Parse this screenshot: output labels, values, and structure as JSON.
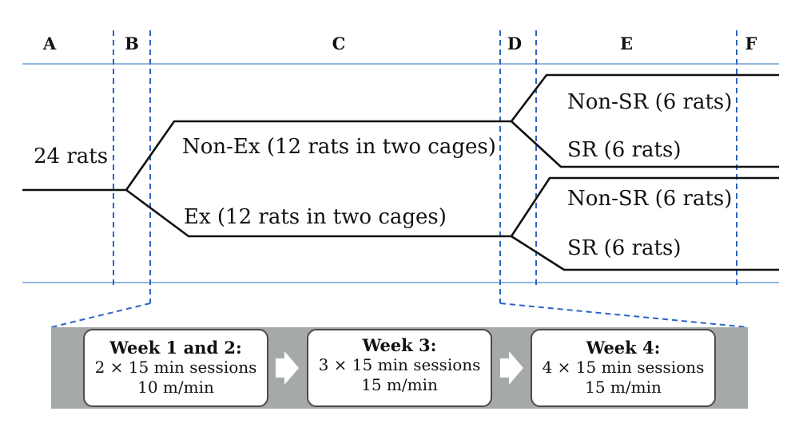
{
  "phases": [
    "A",
    "B",
    "C",
    "D",
    "E",
    "F"
  ],
  "start_label": "24 rats",
  "groups": {
    "non_ex": "Non-Ex (12 rats in two cages)",
    "ex": "Ex (12 rats in two cages)"
  },
  "subgroups": {
    "non_ex_non_sr": "Non-SR (6 rats)",
    "non_ex_sr": "SR (6 rats)",
    "ex_non_sr": "Non-SR (6 rats)",
    "ex_sr": "SR (6 rats)"
  },
  "schedule": [
    {
      "title": "Week 1 and 2:",
      "sessions": "2 × 15 min sessions",
      "speed": "10 m/min"
    },
    {
      "title": "Week 3:",
      "sessions": "3 × 15 min sessions",
      "speed": "15 m/min"
    },
    {
      "title": "Week 4:",
      "sessions": "4 × 15 min sessions",
      "speed": "15 m/min"
    }
  ],
  "colors": {
    "guide_line": "#6e9fd6",
    "divider": "#2a64c4",
    "band": "#a6aaa6",
    "line": "#111111"
  }
}
